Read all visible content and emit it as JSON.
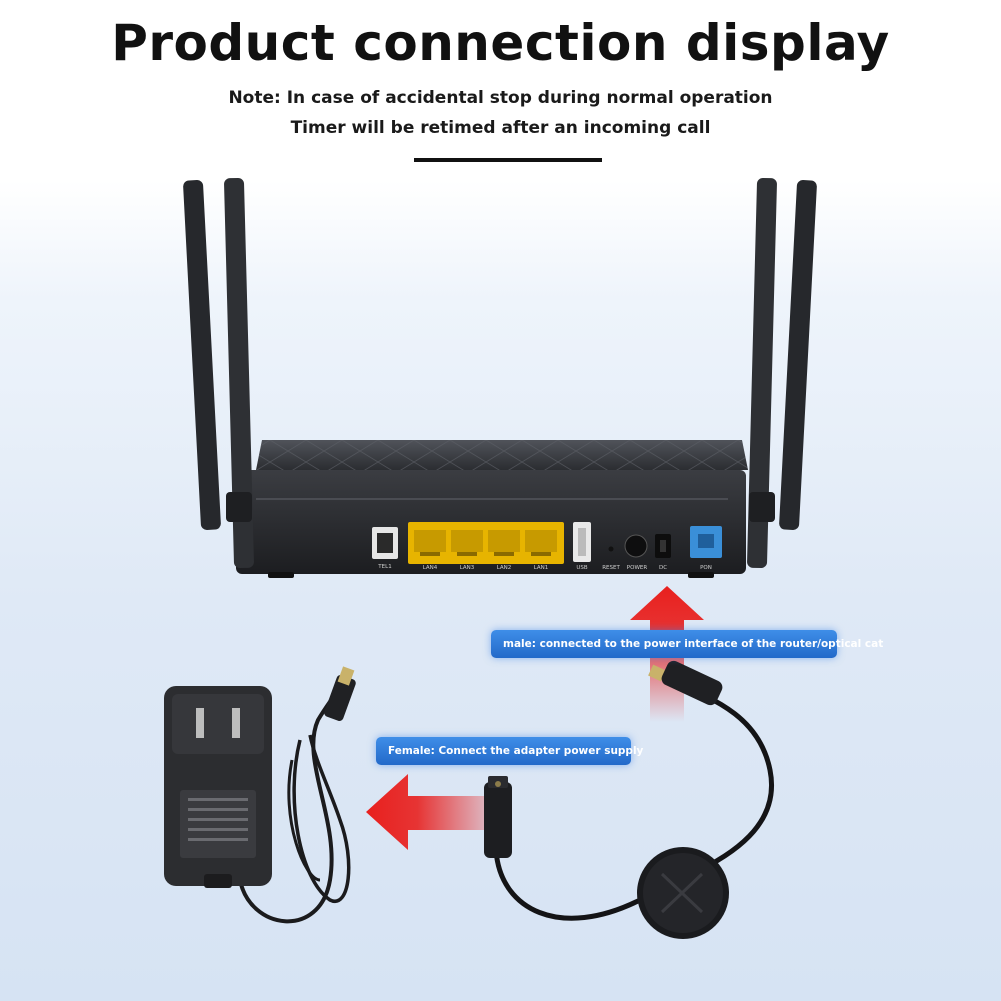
{
  "header": {
    "title": "Product connection display",
    "note_line1": "Note: In case of accidental stop during normal operation",
    "note_line2": "Timer will be retimed after an incoming call"
  },
  "router": {
    "ports": [
      "TEL1",
      "LAN4",
      "LAN3",
      "LAN2",
      "LAN1",
      "USB",
      "RESET",
      "POWER",
      "DC",
      "PON"
    ]
  },
  "callouts": {
    "male": "male: connected to the power interface of the router/optical cat",
    "female": "Female: Connect the adapter power supply"
  },
  "colors": {
    "callout_blue": "#2f7ddb",
    "arrow_red": "#e8201e",
    "lan_yellow": "#e7b400",
    "pon_blue": "#3a8fd8"
  }
}
